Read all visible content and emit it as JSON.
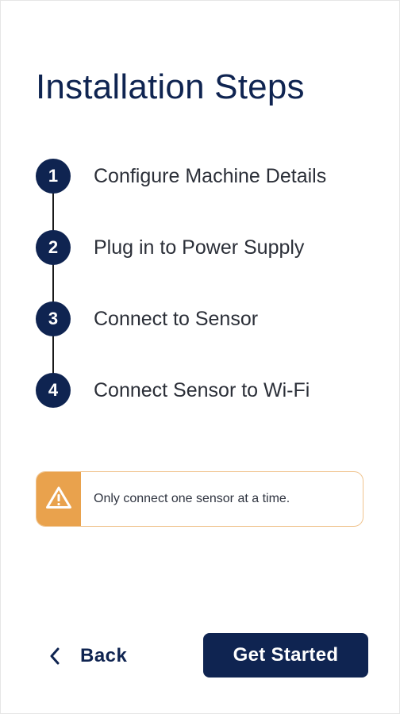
{
  "page": {
    "title": "Installation Steps"
  },
  "steps": [
    {
      "number": "1",
      "label": "Configure Machine Details"
    },
    {
      "number": "2",
      "label": "Plug in to Power Supply"
    },
    {
      "number": "3",
      "label": "Connect to Sensor"
    },
    {
      "number": "4",
      "label": "Connect Sensor to Wi-Fi"
    }
  ],
  "alert": {
    "icon": "warning-triangle-icon",
    "text": "Only connect one sensor at a time."
  },
  "footer": {
    "back_icon": "chevron-left-icon",
    "back_label": "Back",
    "primary_label": "Get Started"
  },
  "colors": {
    "primary": "#0f2451",
    "warning": "#e9a24d",
    "warning_border": "#f0c48f"
  }
}
